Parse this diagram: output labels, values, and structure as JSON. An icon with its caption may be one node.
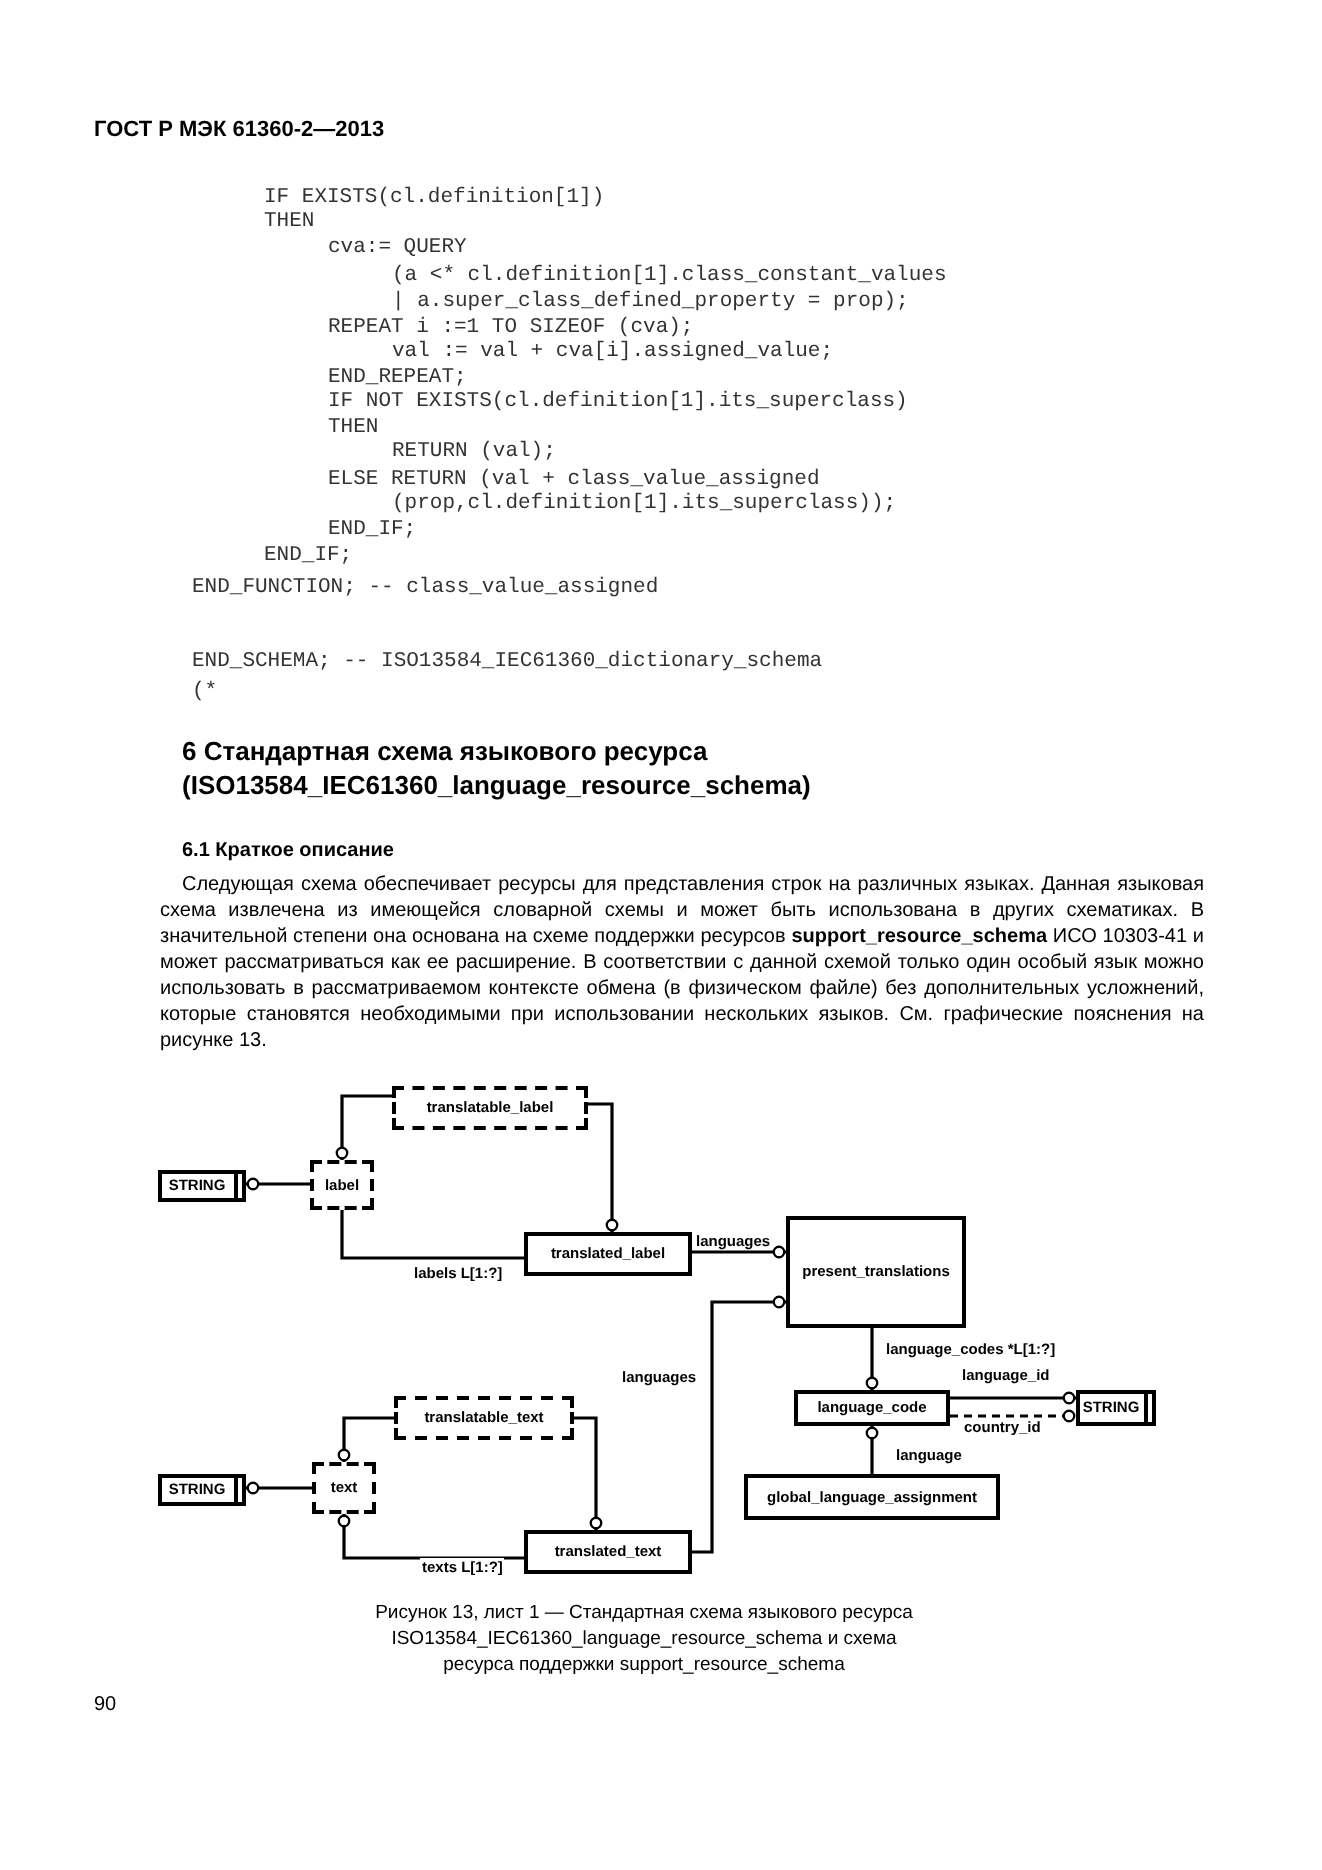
{
  "diagram": {
    "caption": "Рисунок 13, лист 1 — Стандартная схема языкового ресурса ISO13584_IEC61360_language_resource_schema и схема ресурса поддержки support_resource_schema",
    "nodes": [
      {
        "text": [
          "STRING"
        ]
      },
      {
        "text": [
          "label"
        ]
      },
      {
        "text": [
          "translatable_label"
        ]
      },
      {
        "text": [
          "translated_label"
        ]
      },
      {
        "text": [
          "present_translations"
        ]
      },
      {
        "text": [
          "STRING"
        ]
      },
      {
        "text": [
          "text"
        ]
      },
      {
        "text": [
          "translatable_text"
        ]
      },
      {
        "text": [
          "translated_text"
        ]
      },
      {
        "text": [
          "language_code"
        ]
      },
      {
        "text": [
          "STRING"
        ]
      },
      {
        "text": [
          "global_language_assignment"
        ]
      }
    ],
    "edges": [
      {
        "from": 1,
        "to": 0,
        "arrow": "other"
      },
      {
        "from": 2,
        "to": 1,
        "arrow": "other"
      },
      {
        "from": 3,
        "to": 1,
        "arrow": "none",
        "label": "labels L[1:?]"
      },
      {
        "from": 2,
        "to": 3,
        "arrow": "other"
      },
      {
        "from": 3,
        "to": 4,
        "arrow": "other",
        "label": "languages"
      },
      {
        "from": 8,
        "to": 4,
        "arrow": "other",
        "label": "languages"
      },
      {
        "from": 4,
        "to": 9,
        "arrow": "other",
        "label": "language_codes *L[1:?]"
      },
      {
        "from": 9,
        "to": 10,
        "arrow": "other",
        "label": "language_id"
      },
      {
        "from": 9,
        "to": 10,
        "arrow": "other",
        "label": "country_id",
        "style": "dashed"
      },
      {
        "from": 11,
        "to": 9,
        "arrow": "other",
        "label": "language"
      },
      {
        "from": 6,
        "to": 5,
        "arrow": "other"
      },
      {
        "from": 7,
        "to": 6,
        "arrow": "other"
      },
      {
        "from": 8,
        "to": 6,
        "arrow": "other",
        "label": "texts L[1:?]"
      },
      {
        "from": 7,
        "to": 8,
        "arrow": "other"
      }
    ],
    "labels": [
      "ГОСТ Р МЭК 61360-2—2013",
      "IF EXISTS(cl.definition[1])",
      "THEN",
      "cva:= QUERY",
      "(a <* cl.definition[1].class_constant_values",
      "| a.super_class_defined_property = prop);",
      "REPEAT i :=1 TO SIZEOF (cva);",
      "val := val + cva[i].assigned_value;",
      "END_REPEAT;",
      "IF NOT EXISTS(cl.definition[1].its_superclass)",
      "THEN",
      "RETURN (val);",
      "ELSE RETURN (val + class_value_assigned",
      "(prop,cl.definition[1].its_superclass));",
      "END_IF;",
      "END_IF;",
      "END_FUNCTION; -- class_value_assigned",
      "END_SCHEMA; -- ISO13584_IEC61360_dictionary_schema",
      "(*",
      "6 Стандартная схема языкового ресурса (ISO13584_IEC61360_language_resource_schema)",
      "6.1 Краткое описание",
      "Следующая схема обеспечивает ресурсы для представления строк на различных языках. Данная языковая схема извлечена из имеющейся словарной схемы и может быть использована в других схематиках. В значительной степени она основана на схеме поддержки ресурсов **support_resource_schema** ИСО 10303-41 и может рассматриваться как ее расширение. В соответствии с данной схемой только один особый язык можно использовать в рассматриваемом контексте обмена (в физическом файле) без дополнительных усложнений, которые становятся необходимыми при использовании нескольких языков. См. графические пояснения на рисунке 13.",
      "90"
    ]
  }
}
